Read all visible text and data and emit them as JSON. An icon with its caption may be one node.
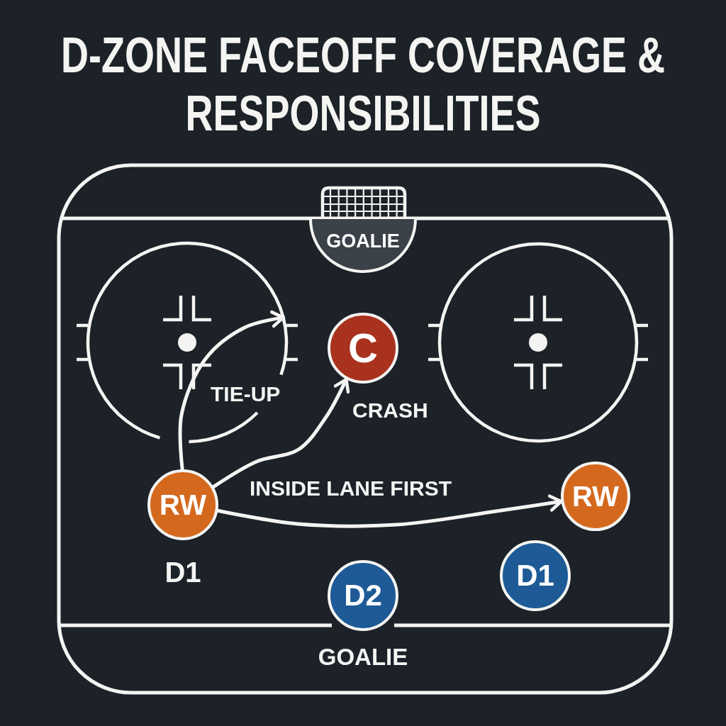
{
  "diagram": {
    "title": "D-ZONE FACEOFF COVERAGE & RESPONSIBILITIES",
    "nodes": [
      {
        "text": [
          "GOALIE"
        ]
      },
      {
        "text": [],
        "shape": "circle"
      },
      {
        "text": [],
        "shape": "circle"
      },
      {
        "text": [
          "C"
        ]
      },
      {
        "text": [
          "RW"
        ],
        "beside": [
          "D1"
        ]
      },
      {
        "text": [
          "RW"
        ]
      },
      {
        "text": [
          "D1"
        ]
      },
      {
        "text": [
          "D2"
        ]
      }
    ],
    "edges": [
      {
        "from": 4,
        "to": 1,
        "arrow": "to",
        "label": "TIE-UP"
      },
      {
        "from": 4,
        "to": 3,
        "arrow": "to"
      },
      {
        "from": 4,
        "to": 5,
        "arrow": "to",
        "label": "INSIDE LANE FIRST"
      }
    ],
    "labels": [
      "CRASH",
      "GOALIE"
    ]
  }
}
